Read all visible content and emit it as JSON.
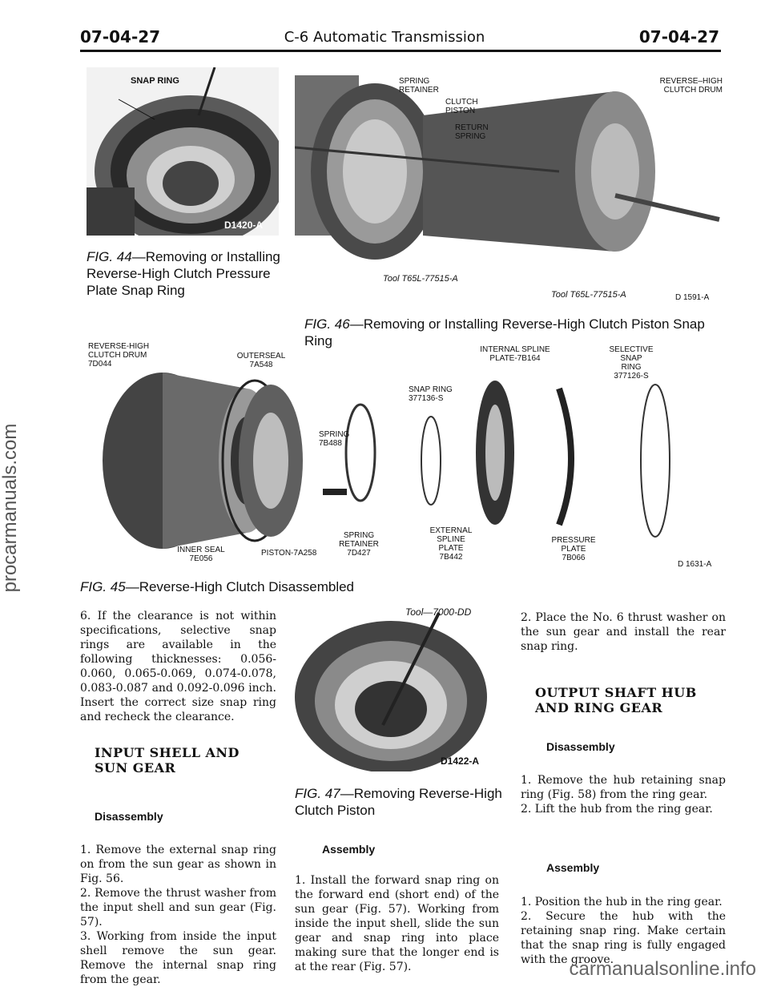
{
  "header": {
    "page_left": "07-04-27",
    "title": "C-6 Automatic Transmission",
    "page_right": "07-04-27"
  },
  "sidebar_watermark": "procarmanuals.com",
  "footer_watermark": "carmanualsonline.info",
  "fig44": {
    "label_snap": "SNAP RING",
    "code": "D1420-A",
    "cap_num": "FIG. 44",
    "cap_text": "—Removing or Installing Reverse-High Clutch Pressure Plate Snap Ring"
  },
  "fig46": {
    "labels": {
      "spring_retainer": "SPRING RETAINER",
      "clutch_piston": "CLUTCH PISTON",
      "return_spring": "RETURN SPRING",
      "drum": "REVERSE–HIGH CLUTCH DRUM"
    },
    "tool1": "Tool T65L-77515-A",
    "tool2": "Tool T65L-77515-A",
    "code": "D 1591-A",
    "cap_num": "FIG. 46",
    "cap_text": "—Removing or Installing Reverse-High Clutch Piston Snap Ring"
  },
  "fig45": {
    "labels": {
      "drum": "REVERSE-HIGH CLUTCH DRUM",
      "drum_no": "7D044",
      "outer_seal": "OUTERSEAL",
      "outer_seal_no": "7A548",
      "spring": "SPRING",
      "spring_no": "7B488",
      "snap_ring": "SNAP RING",
      "snap_ring_no": "377136-S",
      "internal": "INTERNAL SPLINE",
      "internal_no": "PLATE-7B164",
      "selective": "SELECTIVE",
      "selective2": "SNAP",
      "selective3": "RING",
      "selective_no": "377126-S",
      "inner_seal": "INNER SEAL",
      "inner_seal_no": "7E056",
      "piston": "PISTON-7A258",
      "spring_ret": "SPRING",
      "spring_ret2": "RETAINER",
      "spring_ret_no": "7D427",
      "external": "EXTERNAL",
      "external2": "SPLINE",
      "external3": "PLATE",
      "external_no": "7B442",
      "pressure": "PRESSURE",
      "pressure2": "PLATE",
      "pressure_no": "7B066"
    },
    "code": "D 1631-A",
    "cap_num": "FIG. 45",
    "cap_text": "—Reverse-High Clutch Disassembled"
  },
  "fig47": {
    "tool": "Tool—7000-DD",
    "code": "D1422-A",
    "cap_num": "FIG. 47",
    "cap_text": "—Removing Reverse-High Clutch Piston"
  },
  "col1": {
    "para6": "6. If the clearance is not within specifications, selective snap rings are available in the following thicknesses: 0.056-0.060, 0.065-0.069, 0.074-0.078, 0.083-0.087 and 0.092-0.096 inch. Insert the correct size snap ring and recheck the clearance.",
    "heading1": "INPUT SHELL AND",
    "heading2": "SUN GEAR",
    "sub": "Disassembly",
    "s1": "1. Remove the external snap ring on from the sun gear as shown in Fig. 56.",
    "s2": "2. Remove the thrust washer from the input shell and sun gear (Fig. 57).",
    "s3": "3. Working from inside the input shell remove the sun gear. Remove the internal snap ring from the gear."
  },
  "col2": {
    "sub": "Assembly",
    "s1": "1. Install the forward snap ring on the forward end (short end) of the sun gear (Fig. 57). Working from inside the input shell, slide the sun gear and snap ring into place making sure that the longer end is at the rear (Fig. 57)."
  },
  "col3": {
    "s2": "2. Place the No. 6 thrust washer on the sun gear and install the rear snap ring.",
    "heading1": "OUTPUT SHAFT HUB",
    "heading2": "AND RING GEAR",
    "sub1": "Disassembly",
    "d1": "1. Remove the hub retaining snap ring (Fig. 58) from the ring gear.",
    "d2": "2. Lift the hub from the ring gear.",
    "sub2": "Assembly",
    "a1": "1. Position the hub in the ring gear.",
    "a2": "2. Secure the hub with the retaining snap ring. Make certain that the snap ring is fully engaged with the groove."
  }
}
